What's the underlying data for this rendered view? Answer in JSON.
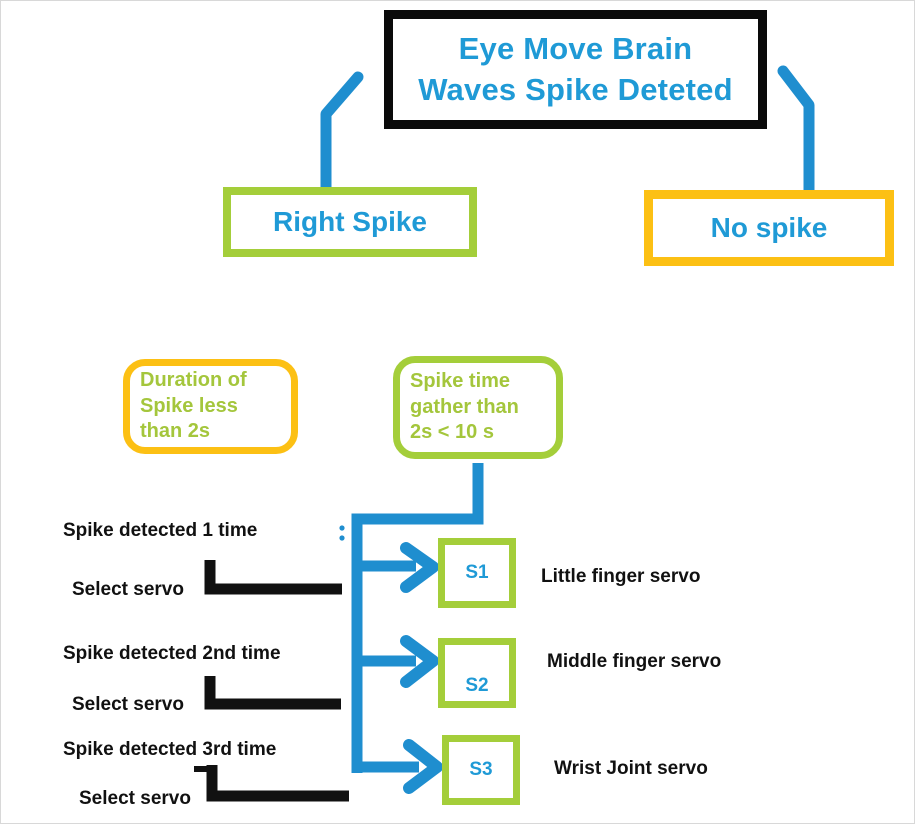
{
  "diagram": {
    "title": "Eye movement spike detection servo selection flowchart",
    "colors": {
      "blue_text": "#1f9ad6",
      "blue_connector": "#1f8ecf",
      "green_border": "#a4ce3a",
      "green_text": "#a4c63c",
      "yellow_border": "#fcc014",
      "black": "#0a0a0a",
      "background": "#ffffff"
    },
    "root": {
      "label_line1": "Eye Move Brain",
      "label_line2": "Waves Spike Deteted"
    },
    "branches": [
      {
        "id": "right-spike",
        "label": "Right Spike"
      },
      {
        "id": "no-spike",
        "label": "No spike"
      }
    ],
    "conditions": [
      {
        "id": "duration",
        "line1": "Duration of",
        "line2": "Spike less",
        "line3": "than 2s"
      },
      {
        "id": "spike-time",
        "line1": "Spike time",
        "line2": "gather than",
        "line3": "2s < 10 s"
      }
    ],
    "detections": [
      {
        "spike": "Spike detected 1 time",
        "select": "Select servo"
      },
      {
        "spike": "Spike detected 2nd time",
        "select": "Select servo"
      },
      {
        "spike": "Spike detected 3rd time",
        "select": "Select servo"
      }
    ],
    "servos": [
      {
        "code": "S1",
        "label": "Little finger servo"
      },
      {
        "code": "S2",
        "label": "Middle finger servo"
      },
      {
        "code": "S3",
        "label": "Wrist Joint servo"
      }
    ]
  }
}
